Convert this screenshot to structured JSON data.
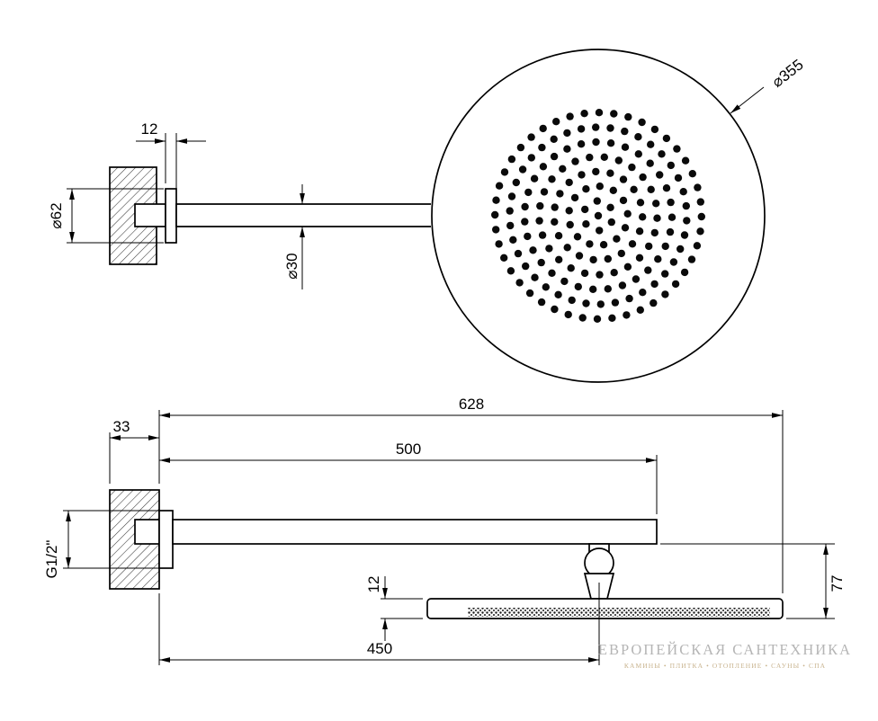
{
  "drawing": {
    "background": "#ffffff",
    "top_view": {
      "dims": {
        "flange_thickness": "12",
        "flange_diameter": "⌀62",
        "arm_diameter": "⌀30",
        "head_diameter": "⌀355"
      }
    },
    "side_view": {
      "dims": {
        "total_reach": "628",
        "arm_length": "500",
        "wall_plate_depth": "33",
        "inlet_thread": "G1/2\"",
        "head_thickness": "12",
        "joint_distance": "450",
        "drop_height": "77"
      }
    },
    "watermark": {
      "line1": "ЕВРОПЕЙСКАЯ САНТЕХНИКА",
      "line2": "КАМИНЫ • ПЛИТКА • ОТОПЛЕНИЕ • САУНЫ • СПА",
      "line1_color": "#b5b5b5",
      "line2_color": "#c9b48f"
    }
  }
}
